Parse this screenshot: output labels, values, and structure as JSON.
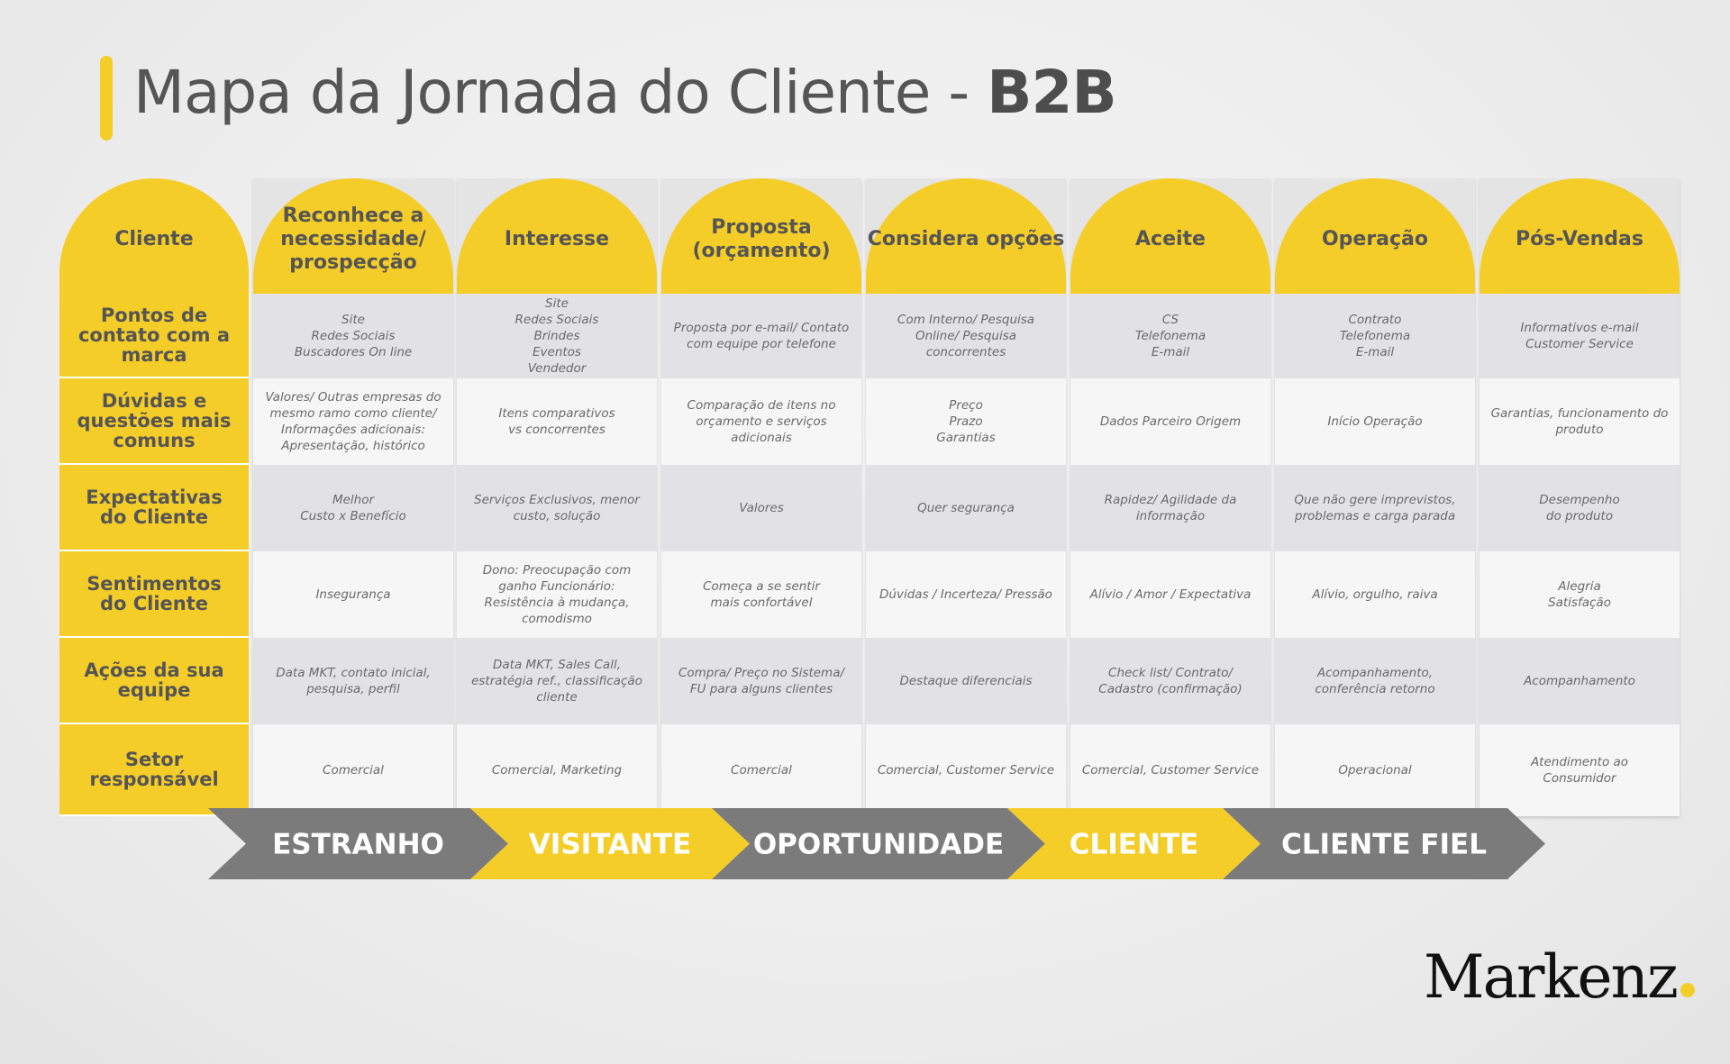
{
  "title": {
    "main": "Mapa da Jornada do Cliente - ",
    "bold": "B2B"
  },
  "row_header_title": "Cliente",
  "row_labels": [
    "Pontos de contato com a marca",
    "Dúvidas e questões mais comuns",
    "Expectativas do Cliente",
    "Sentimentos do Cliente",
    "Ações da sua equipe",
    "Setor responsável"
  ],
  "stages": [
    {
      "title": "Reconhece a necessidade/ prospecção",
      "cells": [
        "Site\nRedes Sociais\nBuscadores On line",
        "Valores/ Outras empresas do mesmo ramo como cliente/ Informações adicionais: Apresentação, histórico",
        "Melhor\nCusto x Benefício",
        "Insegurança",
        "Data MKT, contato inicial, pesquisa, perfil",
        "Comercial"
      ]
    },
    {
      "title": "Interesse",
      "cells": [
        "Site\nRedes Sociais\nBrindes\nEventos\nVendedor",
        "Itens comparativos\nvs concorrentes",
        "Serviços Exclusivos, menor custo, solução",
        "Dono: Preocupação com ganho Funcionário: Resistência à mudança, comodismo",
        "Data MKT, Sales Call, estratégia ref., classificação cliente",
        "Comercial, Marketing"
      ]
    },
    {
      "title": "Proposta (orçamento)",
      "cells": [
        "Proposta por e-mail/ Contato com equipe por telefone",
        "Comparação de itens no orçamento e serviços adicionais",
        "Valores",
        "Começa a se sentir\nmais confortável",
        "Compra/ Preço no Sistema/ FU para alguns clientes",
        "Comercial"
      ]
    },
    {
      "title": "Considera opções",
      "cells": [
        "Com Interno/ Pesquisa Online/ Pesquisa concorrentes",
        "Preço\nPrazo\nGarantias",
        "Quer segurança",
        "Dúvidas / Incerteza/ Pressão",
        "Destaque diferenciais",
        "Comercial, Customer Service"
      ]
    },
    {
      "title": "Aceite",
      "cells": [
        "CS\nTelefonema\nE-mail",
        "Dados Parceiro Origem",
        "Rapidez/ Agilidade da informação",
        "Alívio / Amor / Expectativa",
        "Check list/ Contrato/ Cadastro (confirmação)",
        "Comercial, Customer Service"
      ]
    },
    {
      "title": "Operação",
      "cells": [
        "Contrato\nTelefonema\nE-mail",
        "Início Operação",
        "Que não gere imprevistos, problemas e carga parada",
        "Alívio, orgulho, raiva",
        "Acompanhamento, conferência retorno",
        "Operacional"
      ]
    },
    {
      "title": "Pós-Vendas",
      "cells": [
        "Informativos e-mail\nCustomer Service",
        "Garantias, funcionamento do produto",
        "Desempenho\ndo produto",
        "Alegria\nSatisfação",
        "Acompanhamento",
        "Atendimento ao\nConsumidor"
      ]
    }
  ],
  "phases": [
    {
      "label": "ESTRANHO",
      "style": "grey"
    },
    {
      "label": "VISITANTE",
      "style": "yellow"
    },
    {
      "label": "OPORTUNIDADE",
      "style": "grey"
    },
    {
      "label": "CLIENTE",
      "style": "yellow"
    },
    {
      "label": "CLIENTE FIEL",
      "style": "grey"
    }
  ],
  "logo": "Markenz",
  "colors": {
    "accent": "#f5cd28",
    "chevron_grey": "#7b7b7b",
    "text": "#555555"
  }
}
